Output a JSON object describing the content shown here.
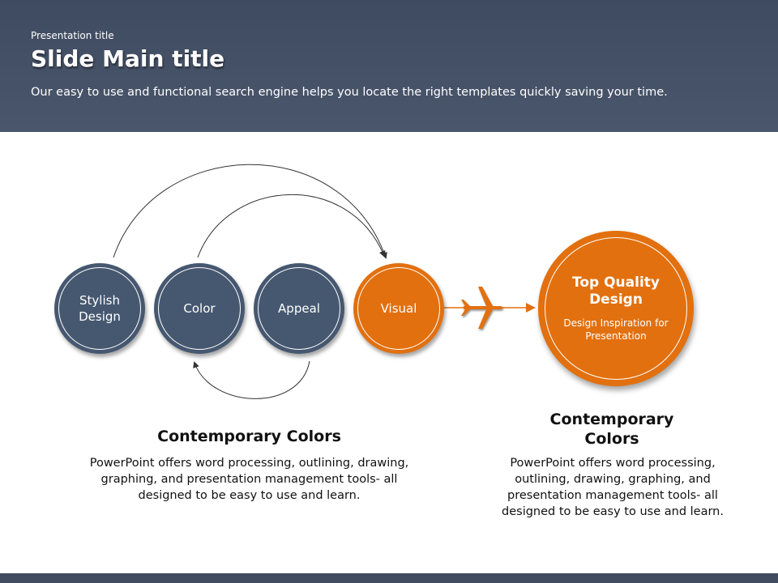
{
  "header": {
    "presentation_title": "Presentation  title",
    "main_title": "Slide Main title",
    "subtitle": "Our easy to use and functional search engine helps you locate the right templates quickly saving your time."
  },
  "circles": [
    {
      "label": "Stylish Design"
    },
    {
      "label": "Color"
    },
    {
      "label": "Appeal"
    },
    {
      "label": "Visual"
    }
  ],
  "result": {
    "title": "Top Quality Design",
    "subtitle": "Design Inspiration for Presentation"
  },
  "left_text": {
    "heading": "Contemporary Colors",
    "body": "PowerPoint offers word processing, outlining,  drawing, graphing, and presentation management tools- all designed to be easy to use and learn."
  },
  "right_text": {
    "heading": "Contemporary Colors",
    "body": "PowerPoint offers word processing, outlining, drawing, graphing, and presentation management tools- all designed to be easy to use and learn."
  },
  "colors": {
    "navy": "#465870",
    "orange": "#e2700f"
  }
}
